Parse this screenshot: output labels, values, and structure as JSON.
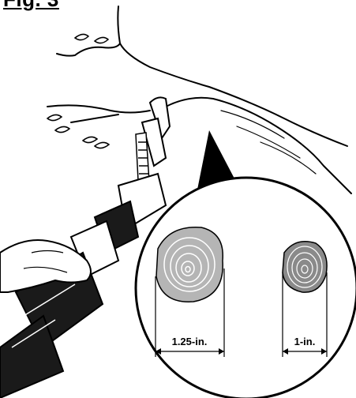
{
  "figure": {
    "label": "Fig. 3"
  },
  "dimensions": {
    "large_label": "1.25-in.",
    "small_label": "1-in."
  },
  "colors": {
    "line": "#000000",
    "wood_light": "#b5b5b5",
    "wood_dark": "#8a8a8a",
    "tool_body": "#1a1a1a"
  }
}
